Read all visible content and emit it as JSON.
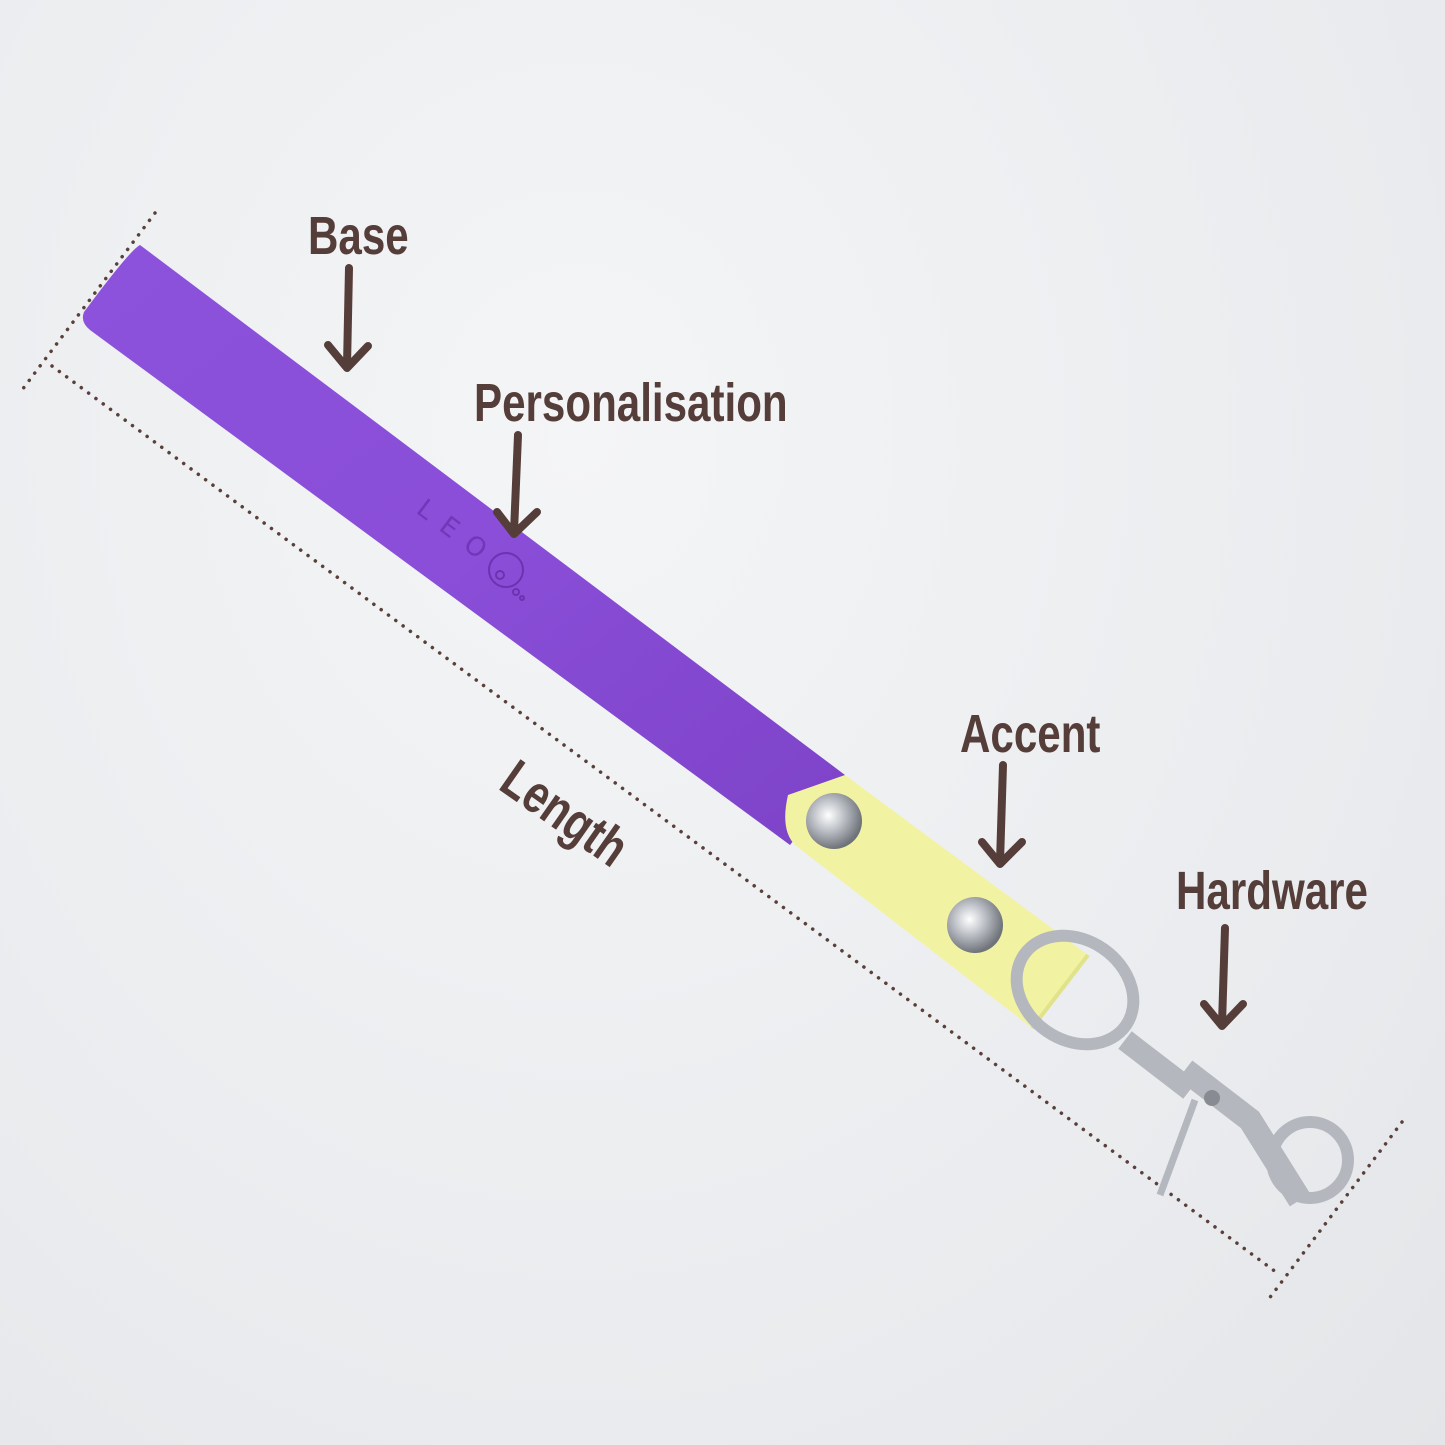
{
  "labels": {
    "base": "Base",
    "personalisation": "Personalisation",
    "length": "Length",
    "accent": "Accent",
    "hardware": "Hardware"
  },
  "engraving": {
    "text": "LEO"
  },
  "colors": {
    "label": "#553d39",
    "base_strap": "#8a4fd6",
    "accent_strap": "#f1f2a0",
    "hardware": "#c9ccd1",
    "background": "#eceef0"
  }
}
